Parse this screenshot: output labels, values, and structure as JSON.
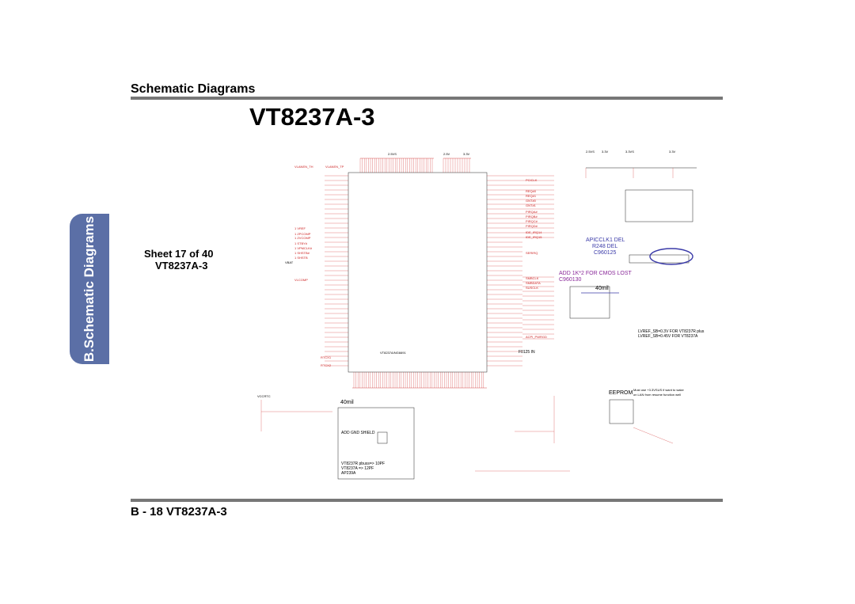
{
  "header": {
    "section": "Schematic Diagrams",
    "title": "VT8237A-3"
  },
  "side_tab": {
    "label": "B.Schematic Diagrams"
  },
  "sheet": {
    "line1": "Sheet 17 of 40",
    "line2": "VT8237A-3"
  },
  "footer": {
    "label": "B - 18   VT8237A-3"
  },
  "schematic": {
    "chip_ref": "VT8237A/NG6691",
    "power_rails": [
      "2.5VS",
      "2.5V",
      "3.3V",
      "2.5VS",
      "3.3V",
      "3.3VS",
      "3.3V"
    ],
    "notes": {
      "apic": "APICCLK1 DEL",
      "r248": "R248 DEL",
      "c960125": "C960125",
      "cmos": "ADD 1K*2 FOR CMOS LOST",
      "c960130": "C960130",
      "mil40_right": "40mil",
      "mil40_left": "40mil",
      "gnd_shield": "ADD GND SHIELD",
      "vt8237r": "VT8237R pbuss=> 10PF",
      "vt8237a": "VT8237A => 12PF",
      "ap239a": "AP239A",
      "eeprom": "EEPROM",
      "eeprom_note1": "Must use +3.3VSUS if want to wake",
      "eeprom_note2": "on LAN from resume function well",
      "lvref1": "LVREF_SB=0.3V FOR VT8237R plus",
      "lvref2": "LVREF_SB=0.45V FOR VT8237A",
      "fb": "F0125 IN"
    },
    "left_nets": [
      "VLANEN_TH",
      "VLANEN_TP",
      "1 VREF",
      "1 ZPCOMP",
      "1 ZVCOMP",
      "1 STBY#",
      "1 VPMCLK#",
      "1 SHSTB#",
      "1 SHSTB",
      "VLCOMP",
      "VBAT",
      "VCCRTC",
      "RTCX1",
      "RTCX2"
    ],
    "right_nets": [
      "PCICLK",
      "REQ#0",
      "REQ#1",
      "GNT#0",
      "GNT#1",
      "PIRQA#",
      "PIRQB#",
      "PIRQC#",
      "PIRQD#",
      "IDE_IRQ14",
      "IDE_IRQ15",
      "SERIRQ",
      "SMBCLK",
      "SMBDATA",
      "SUSCLK",
      "ACPI_PWRGD"
    ]
  }
}
